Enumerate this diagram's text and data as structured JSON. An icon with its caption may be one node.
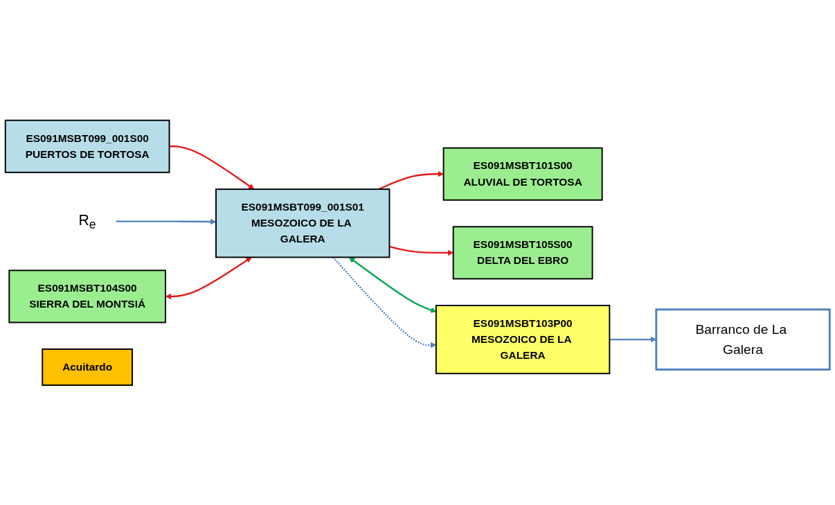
{
  "diagram": {
    "nodes": [
      {
        "text": [
          "ES091MSBT099_001S00",
          "PUERTOS DE TORTOSA"
        ]
      },
      {
        "text": [
          "R$_{e}$"
        ]
      },
      {
        "text": [
          "ES091MSBT099_001S01",
          "MESOZOICO DE LA GALERA"
        ]
      },
      {
        "text": [
          "ES091MSBT101S00",
          "ALUVIAL DE TORTOSA"
        ]
      },
      {
        "text": [
          "ES091MSBT104S00",
          "SIERRA DEL MONTSIÁ"
        ]
      },
      {
        "text": [
          "Acuitardo"
        ]
      },
      {
        "text": [
          "ES091MSBT105S00",
          "DELTA DEL EBRO"
        ]
      },
      {
        "text": [
          "ES091MSBT103P00",
          "MESOZOICO DE LA GALERA"
        ]
      },
      {
        "text": [
          "Barranco de La Galera"
        ]
      }
    ],
    "edges": [
      {
        "from": 0,
        "to": 2,
        "arrow": "to"
      },
      {
        "from": 1,
        "to": 2,
        "arrow": "to",
        "color": "#4f81bd"
      },
      {
        "from": 2,
        "to": 3,
        "arrow": "to"
      },
      {
        "from": 4,
        "to": 2,
        "arrow": "both"
      },
      {
        "from": 2,
        "to": 6,
        "arrow": "to"
      },
      {
        "from": 2,
        "to": 7,
        "arrow": "both",
        "color": "#00a651"
      },
      {
        "from": 2,
        "to": 7,
        "arrow": "to",
        "style": "dashed",
        "color": "#4f81bd"
      },
      {
        "from": 7,
        "to": 8,
        "arrow": "to",
        "color": "#4f81bd"
      }
    ]
  }
}
